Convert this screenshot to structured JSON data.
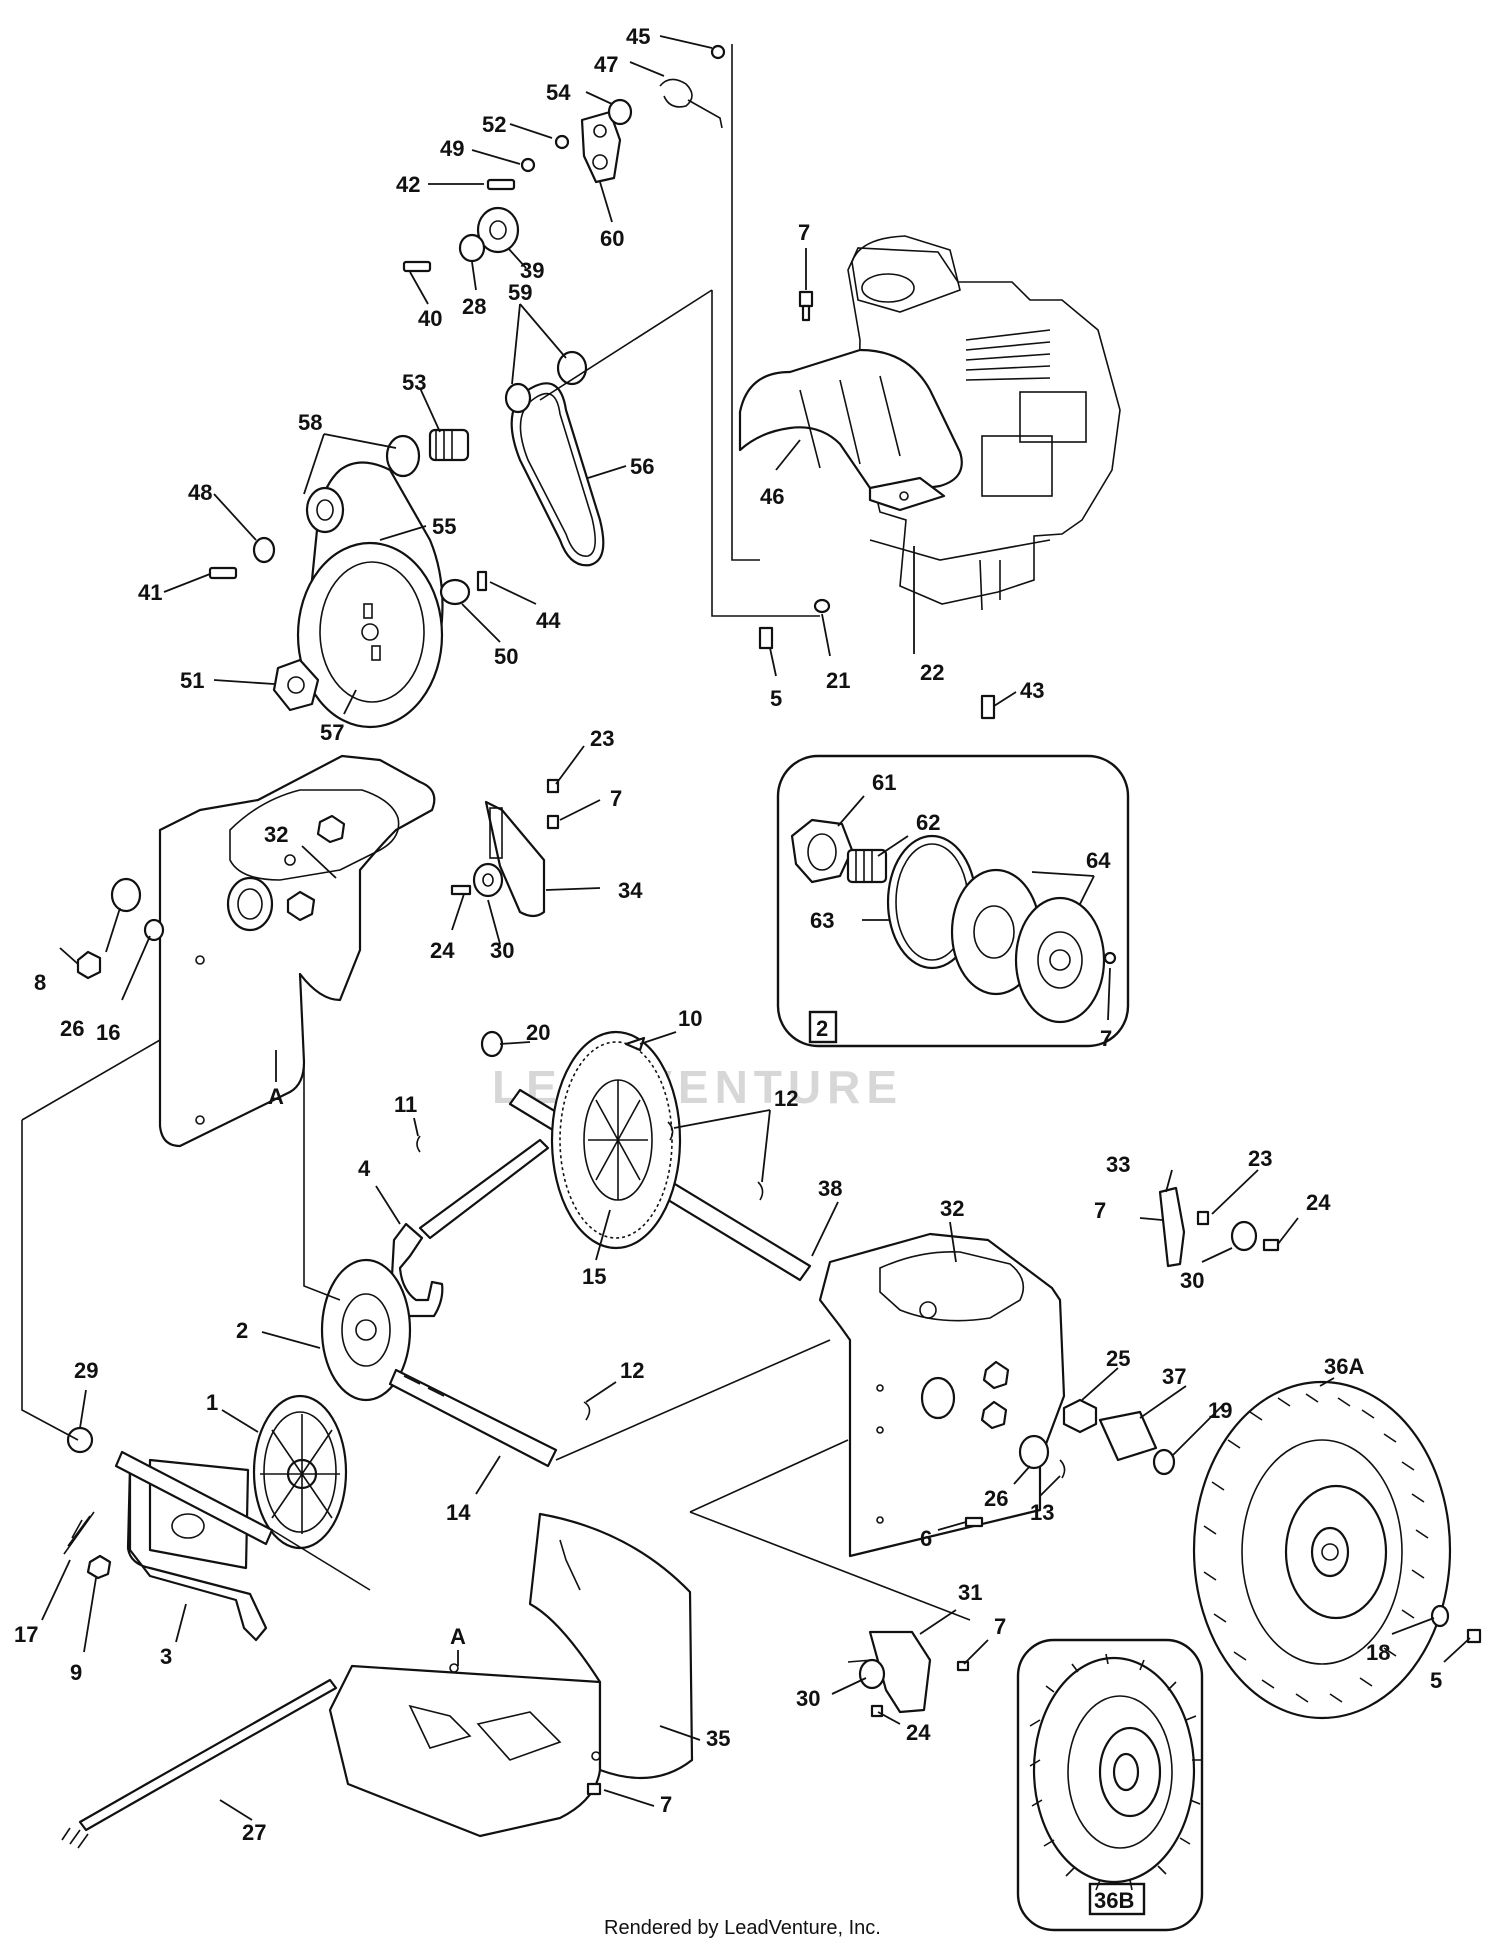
{
  "callouts": [
    {
      "text": "45"
    },
    {
      "text": "47"
    },
    {
      "text": "54"
    },
    {
      "text": "52"
    },
    {
      "text": "49"
    },
    {
      "text": "42"
    },
    {
      "text": "60"
    },
    {
      "text": "39"
    },
    {
      "text": "28"
    },
    {
      "text": "40"
    },
    {
      "text": "59"
    },
    {
      "text": "53"
    },
    {
      "text": "58"
    },
    {
      "text": "56"
    },
    {
      "text": "48"
    },
    {
      "text": "55"
    },
    {
      "text": "41"
    },
    {
      "text": "44"
    },
    {
      "text": "50"
    },
    {
      "text": "51"
    },
    {
      "text": "57"
    },
    {
      "text": "7"
    },
    {
      "text": "46"
    },
    {
      "text": "22"
    },
    {
      "text": "21"
    },
    {
      "text": "5"
    },
    {
      "text": "43"
    },
    {
      "text": "23"
    },
    {
      "text": "7"
    },
    {
      "text": "32"
    },
    {
      "text": "34"
    },
    {
      "text": "8"
    },
    {
      "text": "26"
    },
    {
      "text": "16"
    },
    {
      "text": "24"
    },
    {
      "text": "30"
    },
    {
      "text": "A"
    },
    {
      "text": "61"
    },
    {
      "text": "62"
    },
    {
      "text": "64"
    },
    {
      "text": "63"
    },
    {
      "text": "7"
    },
    {
      "text": "20"
    },
    {
      "text": "10"
    },
    {
      "text": "11"
    },
    {
      "text": "12"
    },
    {
      "text": "4"
    },
    {
      "text": "15"
    },
    {
      "text": "38"
    },
    {
      "text": "32"
    },
    {
      "text": "33"
    },
    {
      "text": "23"
    },
    {
      "text": "7"
    },
    {
      "text": "24"
    },
    {
      "text": "30"
    },
    {
      "text": "2"
    },
    {
      "text": "29"
    },
    {
      "text": "1"
    },
    {
      "text": "12"
    },
    {
      "text": "14"
    },
    {
      "text": "25"
    },
    {
      "text": "37"
    },
    {
      "text": "36A"
    },
    {
      "text": "19"
    },
    {
      "text": "26"
    },
    {
      "text": "13"
    },
    {
      "text": "6"
    },
    {
      "text": "17"
    },
    {
      "text": "9"
    },
    {
      "text": "3"
    },
    {
      "text": "A"
    },
    {
      "text": "31"
    },
    {
      "text": "7"
    },
    {
      "text": "30"
    },
    {
      "text": "24"
    },
    {
      "text": "35"
    },
    {
      "text": "18"
    },
    {
      "text": "5"
    },
    {
      "text": "27"
    },
    {
      "text": "7"
    }
  ],
  "boxed_labels": [
    {
      "text": "2"
    },
    {
      "text": "36B"
    }
  ],
  "footer": "Rendered by LeadVenture, Inc.",
  "watermark": "LEADVENTURE"
}
